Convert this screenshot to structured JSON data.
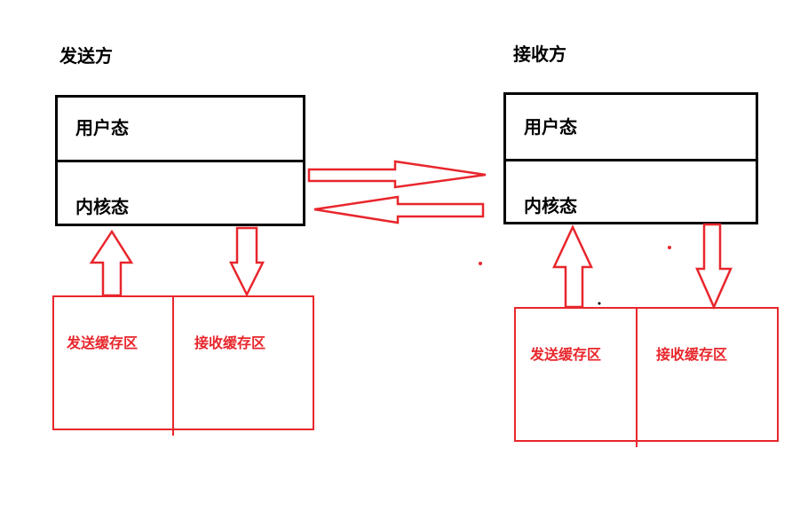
{
  "sender": {
    "title": "发送方",
    "user_mode": "用户态",
    "kernel_mode": "内核态",
    "send_buffer": "发送缓存区",
    "recv_buffer": "接收缓存区"
  },
  "receiver": {
    "title": "接收方",
    "user_mode": "用户态",
    "kernel_mode": "内核态",
    "send_buffer": "发送缓存区",
    "recv_buffer": "接收缓存区"
  },
  "colors": {
    "box_border": "#000000",
    "arrow": "#e8262c"
  }
}
